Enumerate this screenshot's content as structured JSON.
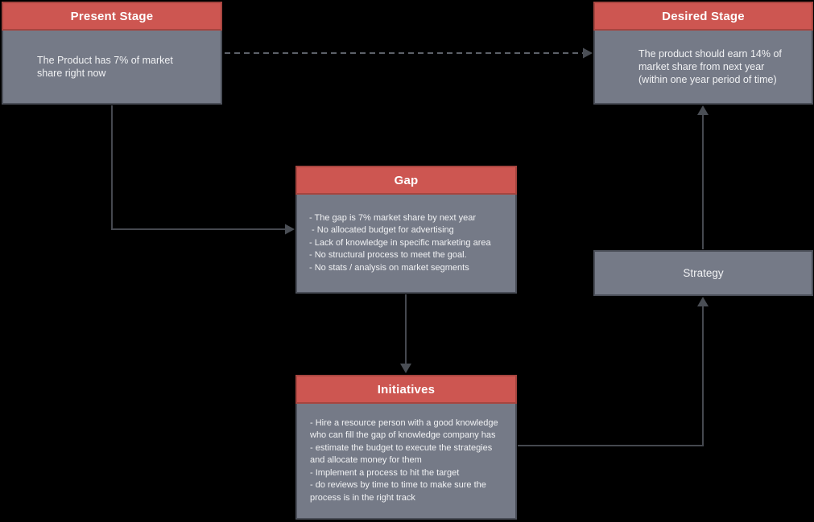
{
  "diagram": {
    "title_semantic": "Gap analysis flow diagram",
    "nodes": {
      "present": {
        "title": "Present Stage",
        "body": "The Product has 7% of market\nshare right now"
      },
      "desired": {
        "title": "Desired Stage",
        "body": "The product should earn 14% of\nmarket share from next year\n(within one year period of time)"
      },
      "gap": {
        "title": "Gap",
        "body": "- The gap is 7% market share by next year\n - No allocated budget for advertising\n- Lack of knowledge in specific marketing area\n- No structural process to meet the goal.\n- No stats / analysis on market segments"
      },
      "initiatives": {
        "title": "Initiatives",
        "body": "- Hire a resource person with a good knowledge\nwho can fill the gap of knowledge company has\n- estimate the budget to execute the strategies\nand allocate money for them\n- Implement a process to hit the target\n- do reviews by time to time to make sure the\nprocess is in the right track"
      },
      "strategy": {
        "label": "Strategy"
      }
    },
    "edges": [
      {
        "from": "present-stage",
        "to": "desired-stage",
        "style": "dashed-arrow"
      },
      {
        "from": "present-stage",
        "to": "gap",
        "style": "elbow-arrow"
      },
      {
        "from": "gap",
        "to": "initiatives",
        "style": "straight-arrow"
      },
      {
        "from": "initiatives",
        "to": "strategy",
        "style": "elbow-arrow"
      },
      {
        "from": "strategy",
        "to": "desired-stage",
        "style": "straight-arrow"
      }
    ],
    "colors": {
      "background": "#000000",
      "header_fill": "#cd5651",
      "header_border": "#a6453f",
      "body_fill": "#757a87",
      "body_border": "#4b4f59",
      "connector": "#4a4e55",
      "connector_dashed": "#5d6169",
      "header_text": "#ffffff",
      "body_text": "#f1f2f4"
    }
  }
}
